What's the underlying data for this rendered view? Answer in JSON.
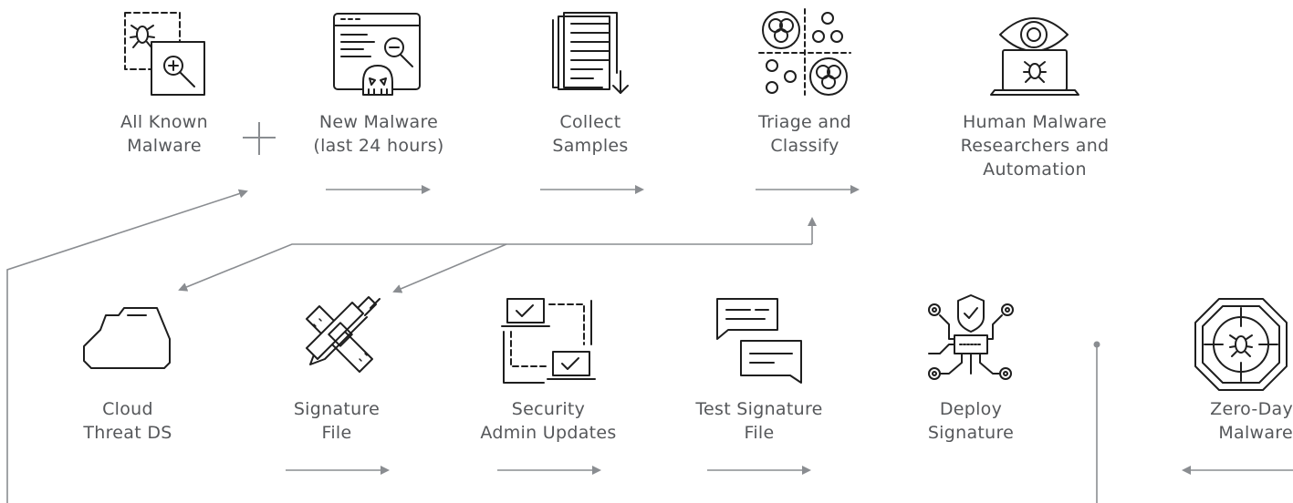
{
  "steps": {
    "all_known": {
      "line1": "All Known",
      "line2": "Malware"
    },
    "new_malware": {
      "line1": "New Malware",
      "line2": "(last 24 hours)"
    },
    "collect": {
      "line1": "Collect",
      "line2": "Samples"
    },
    "triage": {
      "line1": "Triage and",
      "line2": "Classify"
    },
    "human": {
      "line1": "Human Malware",
      "line2": "Researchers and",
      "line3": "Automation"
    },
    "cloud": {
      "line1": "Cloud",
      "line2": "Threat DS"
    },
    "signature": {
      "line1": "Signature",
      "line2": "File"
    },
    "security": {
      "line1": "Security",
      "line2": "Admin Updates"
    },
    "test": {
      "line1": "Test Signature",
      "line2": "File"
    },
    "deploy": {
      "line1": "Deploy",
      "line2": "Signature"
    },
    "zero_day": {
      "line1": "Zero-Day",
      "line2": "Malware"
    }
  },
  "colors": {
    "icon": "#1e1e1e",
    "arrow": "#8a8d91",
    "text": "#55575a"
  },
  "icons": [
    "bug-search-icon",
    "malware-window-icon",
    "documents-download-icon",
    "classify-grid-icon",
    "eye-laptop-icon",
    "cloud-icon",
    "bandage-wrench-icon",
    "laptops-sync-icon",
    "chat-bubbles-icon",
    "shield-network-icon",
    "target-bug-icon"
  ]
}
